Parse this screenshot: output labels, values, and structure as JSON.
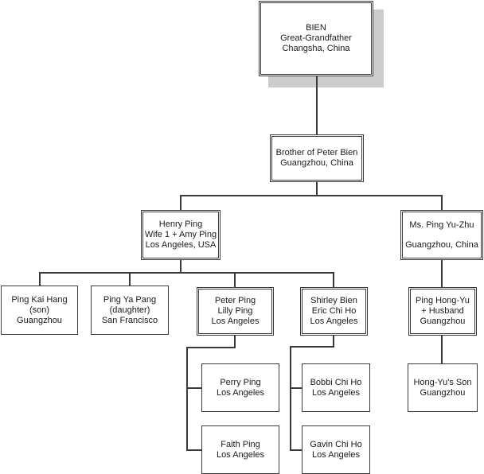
{
  "diagram": {
    "type": "family-tree",
    "nodes": {
      "bien": {
        "lines": [
          "BIEN",
          "Great-Grandfather",
          "Changsha, China"
        ]
      },
      "brother": {
        "lines": [
          "Brother of Peter Bien",
          "Guangzhou, China"
        ]
      },
      "henry": {
        "lines": [
          "Henry Ping",
          "Wife 1 + Amy Ping",
          "Los Angeles, USA"
        ]
      },
      "yuzhu": {
        "lines": [
          "Ms. Ping Yu-Zhu",
          "Guangzhou, China"
        ]
      },
      "kaihang": {
        "lines": [
          "Ping Kai Hang",
          "(son)",
          "Guangzhou"
        ]
      },
      "yapang": {
        "lines": [
          "Ping Ya Pang",
          "(daughter)",
          "San Francisco"
        ]
      },
      "peter": {
        "lines": [
          "Peter Ping",
          "Lilly Ping",
          "Los Angeles"
        ]
      },
      "shirley": {
        "lines": [
          "Shirley Bien",
          "Eric Chi Ho",
          "Los Angeles"
        ]
      },
      "hongyu": {
        "lines": [
          "Ping Hong-Yu",
          "+ Husband",
          "Guangzhou"
        ]
      },
      "perry": {
        "lines": [
          "Perry Ping",
          "Los Angeles"
        ]
      },
      "faith": {
        "lines": [
          "Faith Ping",
          "Los Angeles"
        ]
      },
      "bobbi": {
        "lines": [
          "Bobbi Chi Ho",
          "Los Angeles"
        ]
      },
      "gavin": {
        "lines": [
          "Gavin Chi Ho",
          "Los Angeles"
        ]
      },
      "hongyuson": {
        "lines": [
          "Hong-Yu's Son",
          "Guangzhou"
        ]
      }
    },
    "edges": [
      [
        "bien",
        "brother"
      ],
      [
        "brother",
        "henry"
      ],
      [
        "brother",
        "yuzhu"
      ],
      [
        "henry",
        "kaihang"
      ],
      [
        "henry",
        "yapang"
      ],
      [
        "henry",
        "peter"
      ],
      [
        "henry",
        "shirley"
      ],
      [
        "yuzhu",
        "hongyu"
      ],
      [
        "hongyu",
        "hongyuson"
      ],
      [
        "peter",
        "perry"
      ],
      [
        "peter",
        "faith"
      ],
      [
        "shirley",
        "bobbi"
      ],
      [
        "shirley",
        "gavin"
      ]
    ]
  }
}
